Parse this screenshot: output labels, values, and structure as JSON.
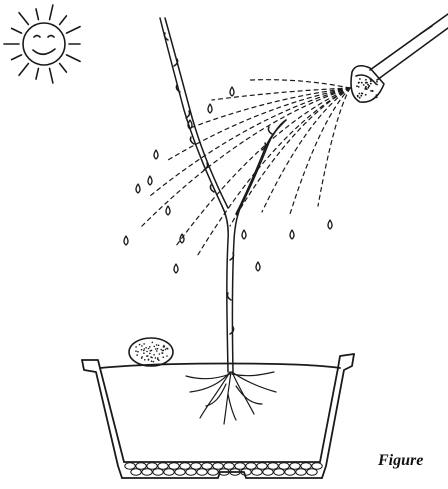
{
  "figure": {
    "caption": "Figure",
    "ink_color": "#1a1a1a",
    "background": "#ffffff"
  },
  "illustration": {
    "elements": [
      "sun-icon",
      "watering-can-spout-icon",
      "water-spray",
      "sapling-tree",
      "roots",
      "pot",
      "stone",
      "gravel-layer"
    ]
  }
}
